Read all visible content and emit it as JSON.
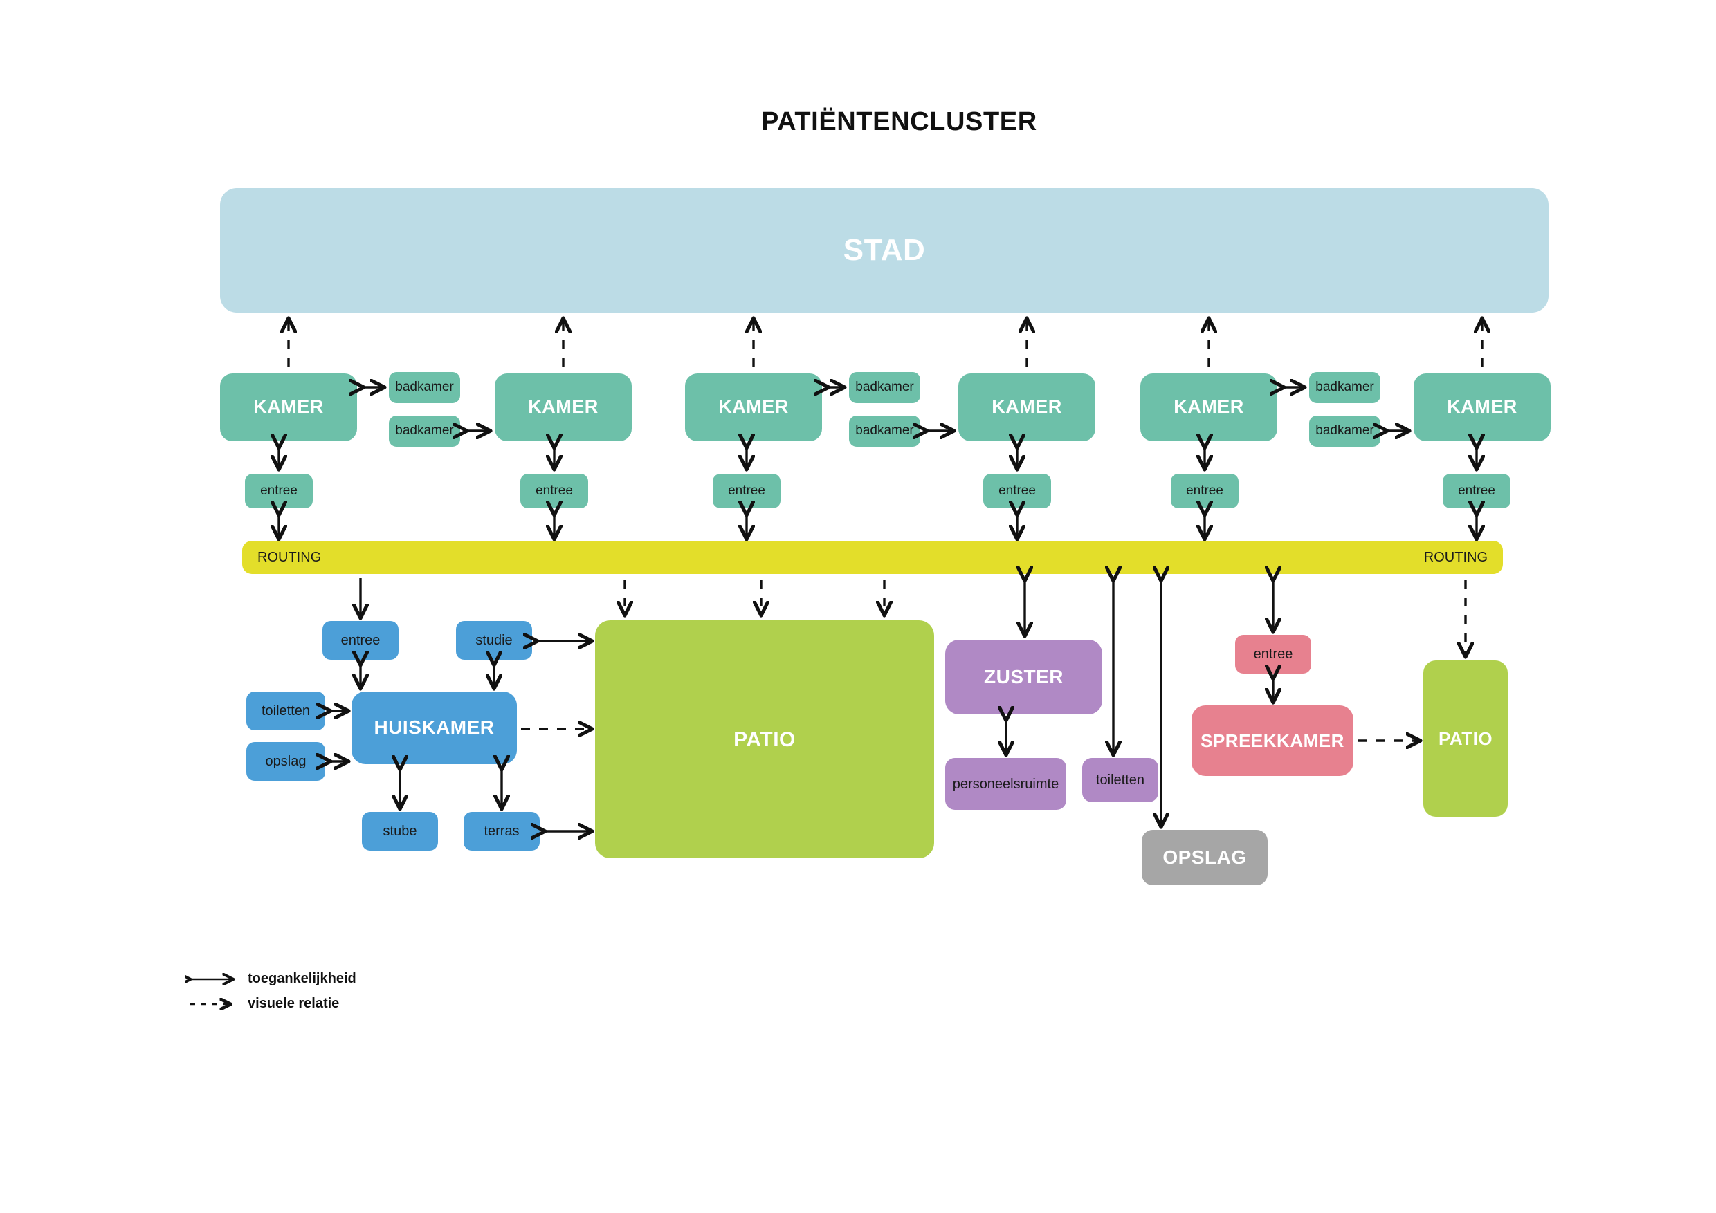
{
  "title": "PATIËNTENCLUSTER",
  "colors": {
    "stad": "#bcdce6",
    "kamer": "#6dc0a9",
    "routing": "#e3de2a",
    "huiskamer": "#4c9fd8",
    "patio": "#b0d04d",
    "zuster": "#b089c5",
    "spreekkamer": "#e7818f",
    "opslag": "#a6a6a6",
    "arrow": "#111111",
    "text_on_fill": "#ffffff",
    "text_dark": "#1a1a1a",
    "background": "#ffffff"
  },
  "stad": {
    "label": "STAD"
  },
  "routing": {
    "label_left": "ROUTING",
    "label_right": "ROUTING"
  },
  "kamer_row": [
    {
      "kamer": "KAMER",
      "entree": "entree",
      "badkamer": "badkamer",
      "badkamer_side": "right"
    },
    {
      "kamer": "KAMER",
      "entree": "entree",
      "badkamer": "badkamer",
      "badkamer_side": "left"
    },
    {
      "kamer": "KAMER",
      "entree": "entree",
      "badkamer": "badkamer",
      "badkamer_side": "right"
    },
    {
      "kamer": "KAMER",
      "entree": "entree",
      "badkamer": "badkamer",
      "badkamer_side": "left"
    },
    {
      "kamer": "KAMER",
      "entree": "entree",
      "badkamer": "badkamer",
      "badkamer_side": "right"
    },
    {
      "kamer": "KAMER",
      "entree": "entree",
      "badkamer": "badkamer",
      "badkamer_side": "left"
    }
  ],
  "huiskamer_cluster": {
    "main": "HUISKAMER",
    "entree": "entree",
    "studie": "studie",
    "toiletten": "toiletten",
    "opslag": "opslag",
    "stube": "stube",
    "terras": "terras"
  },
  "patio_main": {
    "label": "PATIO"
  },
  "patio_right": {
    "label": "PATIO"
  },
  "zuster_cluster": {
    "main": "ZUSTER",
    "personeelsruimte": "personeelsruimte",
    "toiletten": "toiletten"
  },
  "opslag_block": {
    "label": "OPSLAG"
  },
  "spreekkamer_cluster": {
    "main": "SPREEKKAMER",
    "entree": "entree"
  },
  "legend": {
    "items": [
      {
        "label": "toegankelijkheid",
        "style": "solid-double-arrow"
      },
      {
        "label": "visuele relatie",
        "style": "dashed-single-arrow"
      }
    ]
  }
}
